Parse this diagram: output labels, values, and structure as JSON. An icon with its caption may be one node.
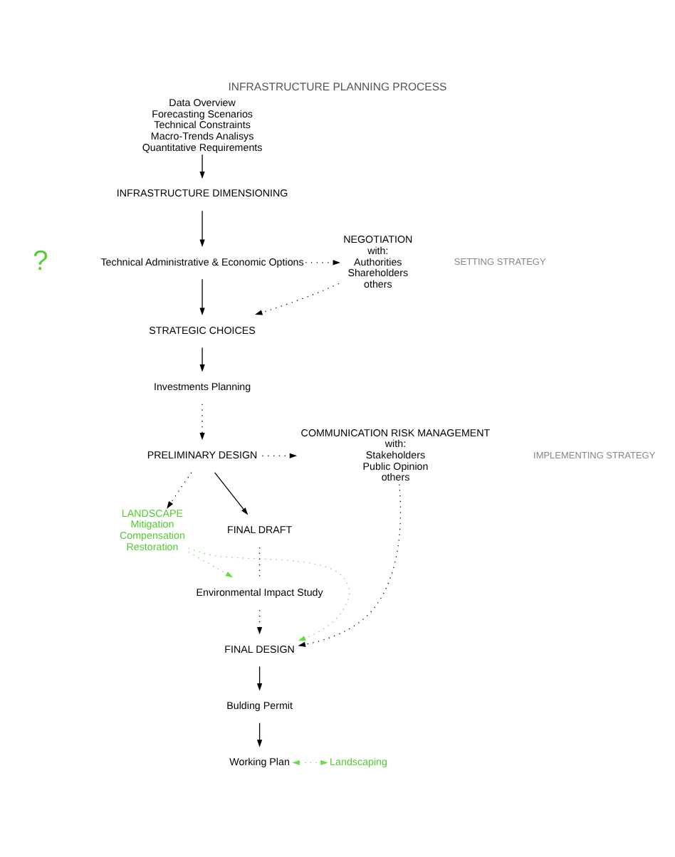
{
  "diagram": {
    "title": "INFRASTRUCTURE PLANNING PROCESS",
    "nodes": [
      {
        "text": [
          "Data Overview",
          "Forecasting Scenarios",
          "Technical Constraints",
          "Macro-Trends Analisys",
          "Quantitative Requirements"
        ]
      },
      {
        "text": [
          "INFRASTRUCTURE DIMENSIONING"
        ]
      },
      {
        "text": [
          "Technical Administrative & Economic Options"
        ]
      },
      {
        "text": [
          "NEGOTIATION",
          "with:",
          "Authorities",
          "Shareholders",
          "others"
        ]
      },
      {
        "text": [
          "STRATEGIC CHOICES"
        ]
      },
      {
        "text": [
          "Investments Planning"
        ]
      },
      {
        "text": [
          "PRELIMINARY DESIGN"
        ]
      },
      {
        "text": [
          "COMMUNICATION RISK MANAGEMENT",
          "with:",
          "Stakeholders",
          "Public Opinion",
          "others"
        ]
      },
      {
        "text": [
          "LANDSCAPE",
          "Mitigation",
          "Compensation",
          "Restoration"
        ]
      },
      {
        "text": [
          "FINAL DRAFT"
        ]
      },
      {
        "text": [
          "Environmental Impact Study"
        ]
      },
      {
        "text": [
          "FINAL DESIGN"
        ]
      },
      {
        "text": [
          "Bulding Permit"
        ]
      },
      {
        "text": [
          "Working Plan"
        ]
      },
      {
        "text": [
          "Landscaping"
        ]
      }
    ],
    "edges": [
      {
        "from": 0,
        "to": 1,
        "arrow": "to"
      },
      {
        "from": 1,
        "to": 2,
        "arrow": "to"
      },
      {
        "from": 2,
        "to": 3,
        "arrow": "to",
        "style": "dashed"
      },
      {
        "from": 2,
        "to": 4,
        "arrow": "to"
      },
      {
        "from": 3,
        "to": 4,
        "arrow": "to",
        "style": "dashed"
      },
      {
        "from": 4,
        "to": 5,
        "arrow": "to"
      },
      {
        "from": 5,
        "to": 6,
        "arrow": "to",
        "style": "dashed"
      },
      {
        "from": 6,
        "to": 7,
        "arrow": "to",
        "style": "dashed"
      },
      {
        "from": 6,
        "to": 8,
        "arrow": "to",
        "style": "dashed"
      },
      {
        "from": 6,
        "to": 9,
        "arrow": "to"
      },
      {
        "from": 9,
        "to": 10,
        "arrow": "none",
        "style": "dashed"
      },
      {
        "from": 8,
        "to": 10,
        "arrow": "to",
        "style": "dashed",
        "color": "#66dd44"
      },
      {
        "from": 10,
        "to": 11,
        "arrow": "to",
        "style": "dashed"
      },
      {
        "from": 8,
        "to": 11,
        "arrow": "to",
        "style": "dashed",
        "color": "#66dd44"
      },
      {
        "from": 7,
        "to": 11,
        "arrow": "to",
        "style": "dashed"
      },
      {
        "from": 11,
        "to": 12,
        "arrow": "to"
      },
      {
        "from": 12,
        "to": 13,
        "arrow": "to"
      },
      {
        "from": 13,
        "to": 14,
        "arrow": "both",
        "style": "dashed",
        "color": "#66dd44"
      }
    ],
    "labels": [
      "?",
      "SETTING STRATEGY",
      "IMPLEMENTING STRATEGY"
    ]
  }
}
